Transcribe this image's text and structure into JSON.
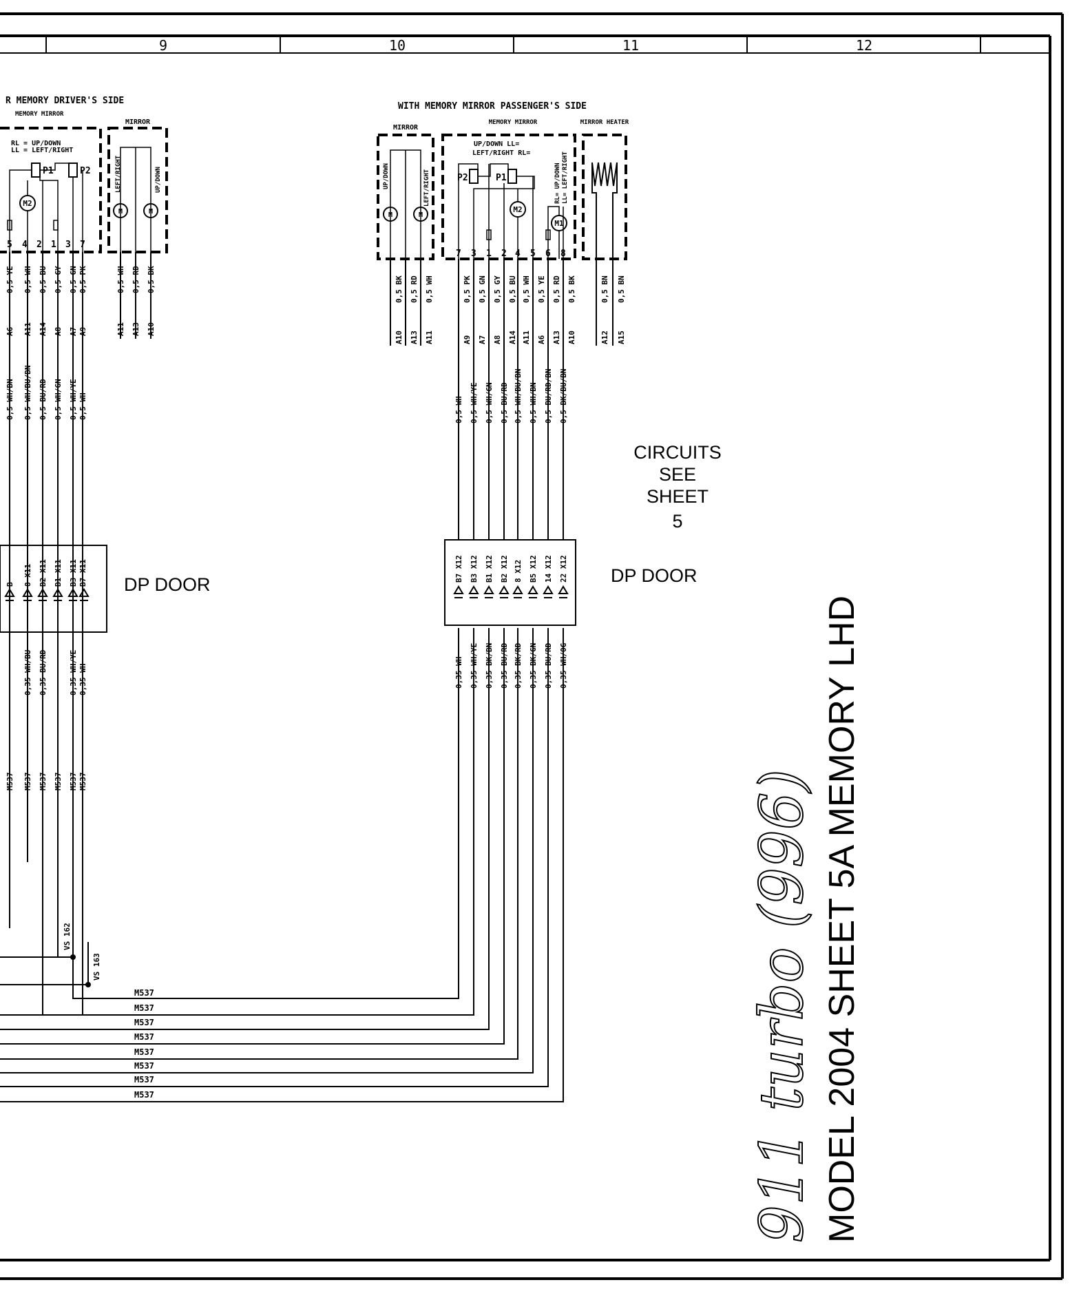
{
  "columns": [
    "9",
    "10",
    "11",
    "12"
  ],
  "driver_side": {
    "section_title": "R MEMORY DRIVER'S SIDE",
    "memory_mirror_label": "MEMORY MIRROR",
    "legend_rl": "RL = UP/DOWN",
    "legend_ll": "LL = LEFT/RIGHT",
    "pots": [
      "P1",
      "P2"
    ],
    "motor": "M2",
    "pins": [
      "5",
      "4",
      "2",
      "1",
      "3",
      "7"
    ],
    "mirror_label": "MIRROR",
    "mirror_motor_labels": [
      "LEFT/RIGHT",
      "UP/DOWN"
    ],
    "motor_symbol": "M",
    "top_wires": [
      "0,5 YE",
      "0,5 WH",
      "0,5 BU",
      "0,5 GY",
      "0,5 GN",
      "0,5 PK"
    ],
    "top_refs": [
      "A6",
      "A11",
      "A14",
      "A8",
      "A7",
      "A9"
    ],
    "mirror_wires": [
      "0,5 WH",
      "0,5 RD",
      "0,5 BK"
    ],
    "mirror_refs": [
      "A11",
      "A13",
      "A10"
    ],
    "mid_wires": [
      "0,5 WH/BN",
      "0,5 WH/BU/BN",
      "0,5 BU/RD",
      "0,5 WH/GN",
      "0,5 WH/YE",
      "0,5 WH"
    ],
    "connector_pins": [
      "B",
      "8 X11",
      "B2 X11",
      "B1 X11",
      "B3 X11",
      "B7 X11"
    ],
    "connector_label": "DP DOOR",
    "bottom_wires": [
      "0,35 WH/BU",
      "0,35 BU/RD",
      "0,35 WH/YE",
      "0,35 WH"
    ],
    "bottom_refs": [
      "M537",
      "M537",
      "M537",
      "M537",
      "M537",
      "M537"
    ],
    "splices": [
      "VS 162",
      "VS 163"
    ]
  },
  "passenger_side": {
    "section_title": "WITH MEMORY MIRROR PASSENGER'S SIDE",
    "mirror_label": "MIRROR",
    "mirror_motor_labels": [
      "UP/DOWN",
      "LEFT/RIGHT"
    ],
    "memory_mirror_label": "MEMORY MIRROR",
    "legend_top": "UP/DOWN LL=",
    "legend_bottom": "LEFT/RIGHT RL=",
    "side_legend_rl": "RL= UP/DOWN",
    "side_legend_ll": "LL= LEFT/RIGHT",
    "pots": [
      "P2",
      "P1"
    ],
    "motors": [
      "M2",
      "M1"
    ],
    "heater_label": "MIRROR HEATER",
    "pins": [
      "7",
      "3",
      "1",
      "2",
      "4",
      "5",
      "6",
      "8"
    ],
    "mirror_wires": [
      "0,5 BK",
      "0,5 RD",
      "0,5 WH"
    ],
    "mirror_refs": [
      "A10",
      "A13",
      "A11"
    ],
    "top_wires": [
      "0,5 PK",
      "0,5 GN",
      "0,5 GY",
      "0,5 BU",
      "0,5 WH",
      "0,5 YE",
      "0,5 RD",
      "0,5 BK"
    ],
    "top_refs": [
      "A9",
      "A7",
      "A8",
      "A14",
      "A11",
      "A6",
      "A13",
      "A10"
    ],
    "heater_wires": [
      "0,5 BN",
      "0,5 BN"
    ],
    "heater_refs": [
      "A12",
      "A15"
    ],
    "mid_wires": [
      "0,5 WH",
      "0,5 WH/YE",
      "0,5 WH/GN",
      "0,5 BU/RD",
      "0,5 WH/BU/BN",
      "0,5 WH/BN",
      "0,5 BU/RD/BN",
      "0,5 BK/BU/BN"
    ],
    "connector_pins": [
      "B7 X12",
      "B3 X12",
      "B1 X12",
      "B2 X12",
      "8 X12",
      "B5 X12",
      "14 X12",
      "22 X12"
    ],
    "connector_label": "DP DOOR",
    "bottom_wires": [
      "0,35 WH",
      "0,35 WH/YE",
      "0,35 BK/BN",
      "0,35 BU/RD",
      "0,35 BK/RD",
      "0,35 BK/GN",
      "0,35 BU/RD",
      "0,35 WH/OG"
    ]
  },
  "bus_refs": [
    "M537",
    "M537",
    "M537",
    "M537",
    "M537",
    "M537",
    "M537",
    "M537"
  ],
  "note_lines": [
    "CIRCUITS",
    "SEE",
    "SHEET",
    "5"
  ],
  "title_script": "911 turbo (996)",
  "title_model": "MODEL 2004  SHEET 5A  MEMORY LHD"
}
